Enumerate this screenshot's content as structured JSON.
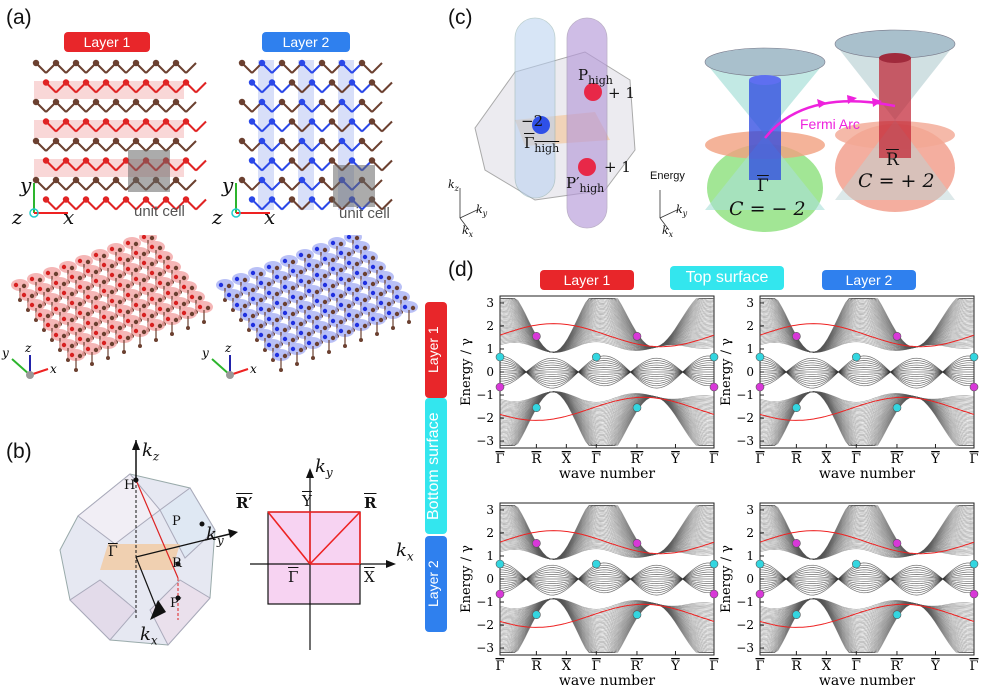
{
  "panels": {
    "a": "(a)",
    "b": "(b)",
    "c": "(c)",
    "d": "(d)"
  },
  "a": {
    "layer1": "Layer 1",
    "layer2": "Layer 2",
    "unit_cell": "unit cell",
    "axis_y": "y",
    "axis_z": "z",
    "axis_x": "x",
    "colors": {
      "layer1": "#e8262a",
      "layer2": "#2f80ee",
      "atom": "#6b4030"
    }
  },
  "b": {
    "kz": "k",
    "kz_sub": "z",
    "ky": "k",
    "ky_sub": "y",
    "kx": "k",
    "kx_sub": "x",
    "H": "H",
    "P": "P",
    "R": "R",
    "Pprime": "P′",
    "Gamma": "Γ",
    "sq_Rprime": "R′",
    "sq_Y": "Y",
    "sq_R": "R",
    "sq_Gamma": "Γ",
    "sq_X": "X",
    "sq_ky": "k",
    "sq_ky_sub": "y",
    "sq_kx": "k",
    "sq_kx_sub": "x"
  },
  "c": {
    "P_high": "P",
    "P_high_sub": "high",
    "Gamma_high": "Γ",
    "Gamma_high_sub": "high",
    "Pp_high": "P′",
    "Pp_high_sub": "high",
    "plus1a": "+ 1",
    "plus1b": "+ 1",
    "minus2": "−2",
    "energy": "Energy",
    "kz": "k",
    "kz_sub": "z",
    "ky": "k",
    "ky_sub": "y",
    "kx": "k",
    "kx_sub": "x",
    "fermi_arc": "Fermi Arc",
    "Gamma_bar": "Γ",
    "R_bar": "R",
    "C_minus": "C = − 2",
    "C_plus": "C = + 2",
    "colors": {
      "arc": "#ee22dd"
    }
  },
  "d": {
    "top_surface": "Top surface",
    "bottom_surface": "Bottom surface",
    "col_layer1": "Layer 1",
    "col_layer2": "Layer 2",
    "row_layer1": "Layer 1",
    "row_layer2": "Layer 2",
    "ylabel": "Energy / γ",
    "xlabel": "wave number",
    "yticks": [
      "3",
      "2",
      "1",
      "0",
      "−1",
      "−2",
      "−3"
    ],
    "xticks": [
      "Γ",
      "R",
      "X",
      "Γ",
      "R′",
      "Y",
      "Γ"
    ]
  }
}
